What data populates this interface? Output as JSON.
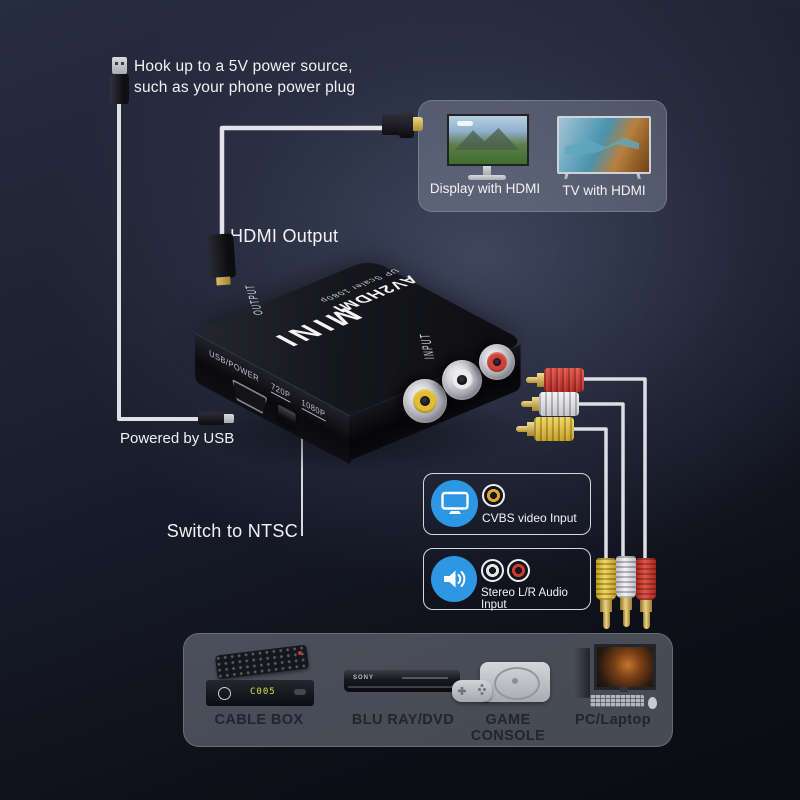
{
  "notes": {
    "power_line1": "Hook up to a 5V power source,",
    "power_line2": "such as your phone power plug",
    "hdmi_output": "HDMI Output",
    "powered_by_usb": "Powered by USB",
    "switch_to_ntsc": "Switch to NTSC"
  },
  "displays_panel": {
    "display_label": "Display with HDMI",
    "tv_label": "TV with HDMI"
  },
  "converter": {
    "brand": "MINI",
    "model": "AV2HDMI",
    "tagline": "UP Scaler 1080p",
    "port_output": "OUTPUT",
    "port_input": "INPUT",
    "front_power": "USB/POWER",
    "front_720": "720P",
    "front_1080": "1080P"
  },
  "input_panels": {
    "cvbs": {
      "label": "CVBS video Input"
    },
    "stereo": {
      "label": "Stereo L/R Audio Input"
    }
  },
  "sources_panel": {
    "cable_box": {
      "label": "CABLE BOX",
      "display": "C005"
    },
    "bluray": {
      "label": "BLU RAY/DVD",
      "brand": "SONY"
    },
    "console": {
      "label": "GAME CONSOLE"
    },
    "pc": {
      "label": "PC/Laptop"
    }
  },
  "colors": {
    "accent_blue": "#2e97e4",
    "rca_yellow": "#e3bd33",
    "rca_white": "#ececef",
    "rca_red": "#d23f35",
    "cable_line": "#dfe1e7"
  }
}
